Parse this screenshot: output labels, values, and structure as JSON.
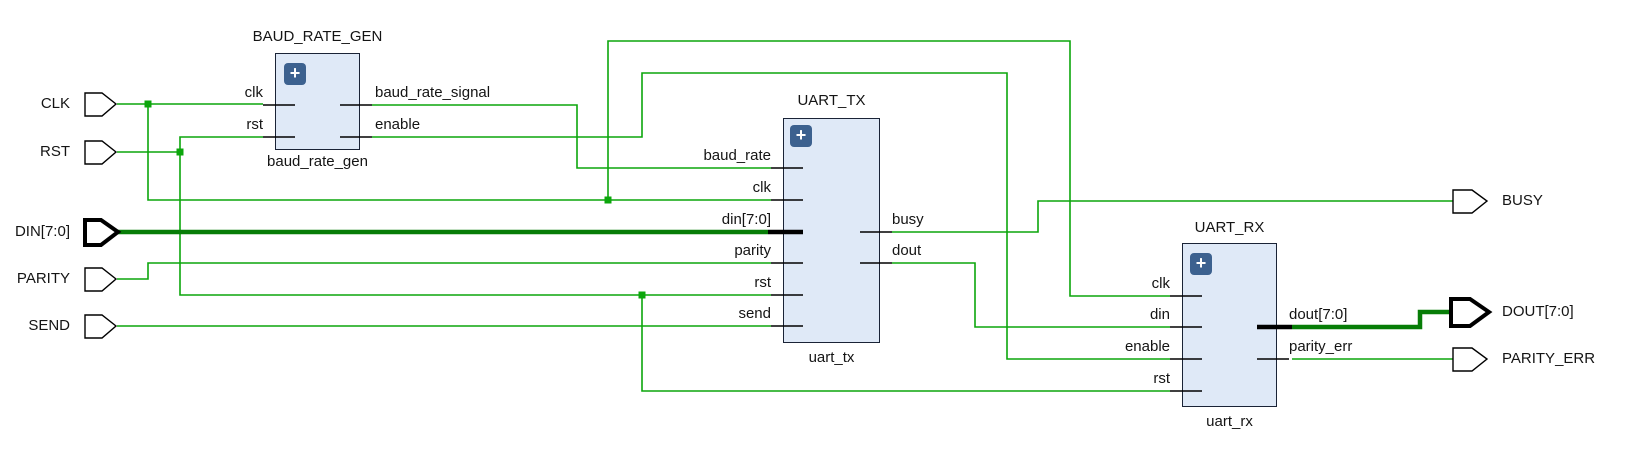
{
  "colors": {
    "canvas_bg": "#ffffff",
    "wire_green": "#0ca60c",
    "bus_green": "#077d07",
    "block_fill": "#dfe9f7",
    "block_border": "#1a2336",
    "stub_black": "#000000",
    "port_outline": "#000000",
    "icon_bg": "#3c618f",
    "icon_fg": "#ffffff",
    "text_color": "#141414"
  },
  "ports": {
    "inputs": [
      {
        "name": "CLK",
        "bus": false
      },
      {
        "name": "RST",
        "bus": false
      },
      {
        "name": "DIN[7:0]",
        "bus": true
      },
      {
        "name": "PARITY",
        "bus": false
      },
      {
        "name": "SEND",
        "bus": false
      }
    ],
    "outputs": [
      {
        "name": "BUSY",
        "bus": false
      },
      {
        "name": "DOUT[7:0]",
        "bus": true
      },
      {
        "name": "PARITY_ERR",
        "bus": false
      }
    ]
  },
  "blocks": [
    {
      "title": "BAUD_RATE_GEN",
      "instance": "baud_rate_gen",
      "expand_icon": "+",
      "pins_left": [
        {
          "name": "clk",
          "bus": false
        },
        {
          "name": "rst",
          "bus": false
        }
      ],
      "pins_right": [
        {
          "name": "baud_rate_signal",
          "bus": false
        },
        {
          "name": "enable",
          "bus": false
        }
      ]
    },
    {
      "title": "UART_TX",
      "instance": "uart_tx",
      "expand_icon": "+",
      "pins_left": [
        {
          "name": "baud_rate",
          "bus": false
        },
        {
          "name": "clk",
          "bus": false
        },
        {
          "name": "din[7:0]",
          "bus": true
        },
        {
          "name": "parity",
          "bus": false
        },
        {
          "name": "rst",
          "bus": false
        },
        {
          "name": "send",
          "bus": false
        }
      ],
      "pins_right": [
        {
          "name": "busy",
          "bus": false
        },
        {
          "name": "dout",
          "bus": false
        }
      ]
    },
    {
      "title": "UART_RX",
      "instance": "uart_rx",
      "expand_icon": "+",
      "pins_left": [
        {
          "name": "clk",
          "bus": false
        },
        {
          "name": "din",
          "bus": false
        },
        {
          "name": "enable",
          "bus": false
        },
        {
          "name": "rst",
          "bus": false
        }
      ],
      "pins_right": [
        {
          "name": "dout[7:0]",
          "bus": true
        },
        {
          "name": "parity_err",
          "bus": false
        }
      ]
    }
  ]
}
